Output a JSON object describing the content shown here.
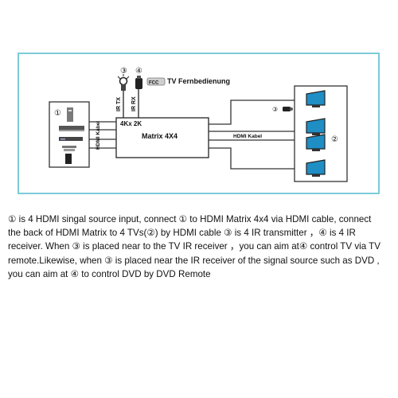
{
  "diagram": {
    "tv_remote_label": "TV Fernbedienung",
    "remote_badge": "FCC",
    "ir_tx_label": "IR TX",
    "ir_rx_label": "IR RX",
    "marker_3": "③",
    "marker_4": "④",
    "marker_1": "①",
    "marker_2": "②",
    "matrix_top_label": "4Kx 2K",
    "matrix_label": "Matrix 4X4",
    "hdmi_kabel_left": "HDMI Kabel",
    "hdmi_kabel_right": "HDMI Kabel"
  },
  "description_text": "① is 4 HDMI singal source input, connect ① to HDMI Matrix 4x4 via HDMI cable, connect the back of HDMI Matrix to 4 TVs(②) by HDMI cable ③ is 4 IR transmitter ，④ is 4 IR receiver. When ③ is placed near to the TV IR receiver ，you can aim at④ control TV via TV remote.Likewise, when ③ is placed near the IR receiver of the signal source such as DVD , you can aim at ④ to control DVD by DVD Remote",
  "colors": {
    "frame_border": "#7ccbd8",
    "line": "#333333",
    "device": "#555555",
    "screen": "#1f8ec4"
  }
}
